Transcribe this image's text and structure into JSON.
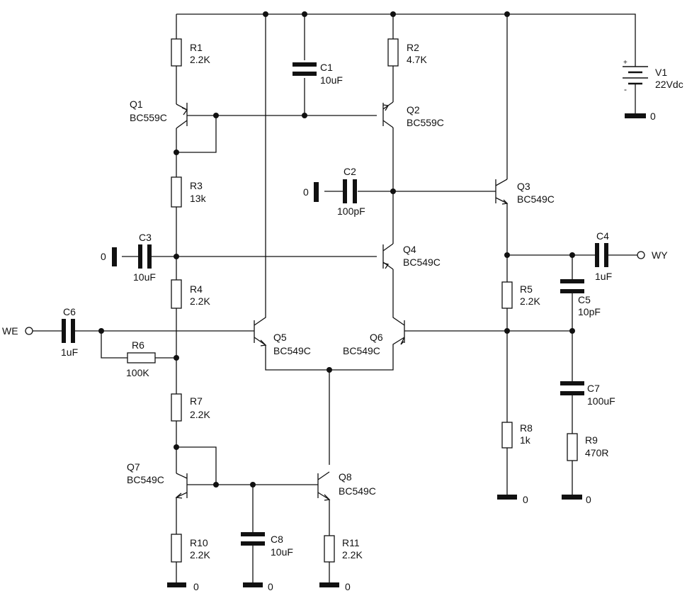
{
  "components": {
    "R1": {
      "ref": "R1",
      "value": "2.2K"
    },
    "R2": {
      "ref": "R2",
      "value": "4.7K"
    },
    "R3": {
      "ref": "R3",
      "value": "13k"
    },
    "R4": {
      "ref": "R4",
      "value": "2.2K"
    },
    "R5": {
      "ref": "R5",
      "value": "2.2K"
    },
    "R6": {
      "ref": "R6",
      "value": "100K"
    },
    "R7": {
      "ref": "R7",
      "value": "2.2K"
    },
    "R8": {
      "ref": "R8",
      "value": "1k"
    },
    "R9": {
      "ref": "R9",
      "value": "470R"
    },
    "R10": {
      "ref": "R10",
      "value": "2.2K"
    },
    "R11": {
      "ref": "R11",
      "value": "2.2K"
    },
    "C1": {
      "ref": "C1",
      "value": "10uF"
    },
    "C2": {
      "ref": "C2",
      "value": "100pF"
    },
    "C3": {
      "ref": "C3",
      "value": "10uF"
    },
    "C4": {
      "ref": "C4",
      "value": "1uF"
    },
    "C5": {
      "ref": "C5",
      "value": "10pF"
    },
    "C6": {
      "ref": "C6",
      "value": "1uF"
    },
    "C7": {
      "ref": "C7",
      "value": "100uF"
    },
    "C8": {
      "ref": "C8",
      "value": "10uF"
    },
    "Q1": {
      "ref": "Q1",
      "value": "BC559C"
    },
    "Q2": {
      "ref": "Q2",
      "value": "BC559C"
    },
    "Q3": {
      "ref": "Q3",
      "value": "BC549C"
    },
    "Q4": {
      "ref": "Q4",
      "value": "BC549C"
    },
    "Q5": {
      "ref": "Q5",
      "value": "BC549C"
    },
    "Q6": {
      "ref": "Q6",
      "value": "BC549C"
    },
    "Q7": {
      "ref": "Q7",
      "value": "BC549C"
    },
    "Q8": {
      "ref": "Q8",
      "value": "BC549C"
    },
    "V1": {
      "ref": "V1",
      "value": "22Vdc"
    }
  },
  "ports": {
    "input": "WE",
    "output": "WY"
  },
  "battery_signs": {
    "plus": "+",
    "minus": "-"
  },
  "ground_label": "0"
}
